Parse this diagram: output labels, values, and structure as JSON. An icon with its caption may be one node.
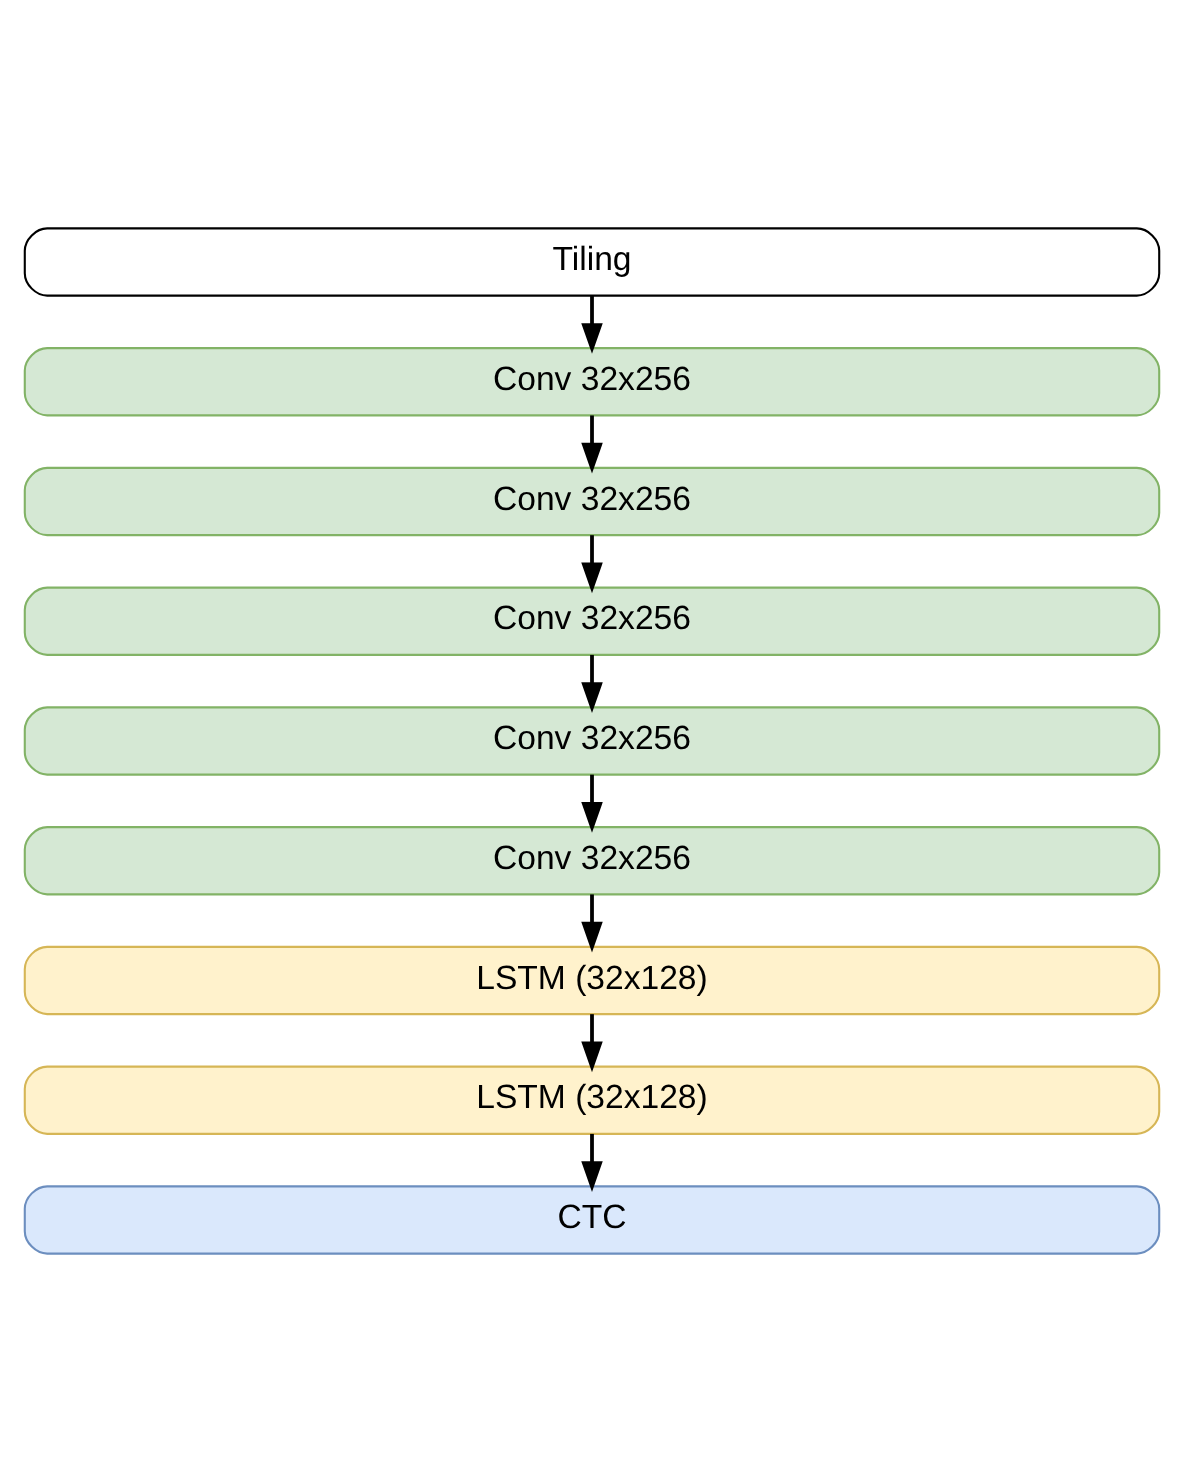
{
  "diagram": {
    "nodes": [
      {
        "text": [
          "Tiling"
        ]
      },
      {
        "text": [
          "Conv 32x256"
        ]
      },
      {
        "text": [
          "Conv 32x256"
        ]
      },
      {
        "text": [
          "Conv 32x256"
        ]
      },
      {
        "text": [
          "Conv 32x256"
        ]
      },
      {
        "text": [
          "Conv 32x256"
        ]
      },
      {
        "text": [
          "LSTM (32x128)"
        ]
      },
      {
        "text": [
          "LSTM (32x128)"
        ]
      },
      {
        "text": [
          "CTC"
        ]
      }
    ],
    "edges": [
      {
        "from": 0,
        "to": 1,
        "arrow": "to"
      },
      {
        "from": 1,
        "to": 2,
        "arrow": "to"
      },
      {
        "from": 2,
        "to": 3,
        "arrow": "to"
      },
      {
        "from": 3,
        "to": 4,
        "arrow": "to"
      },
      {
        "from": 4,
        "to": 5,
        "arrow": "to"
      },
      {
        "from": 5,
        "to": 6,
        "arrow": "to"
      },
      {
        "from": 6,
        "to": 7,
        "arrow": "to"
      },
      {
        "from": 7,
        "to": 8,
        "arrow": "to"
      }
    ]
  }
}
